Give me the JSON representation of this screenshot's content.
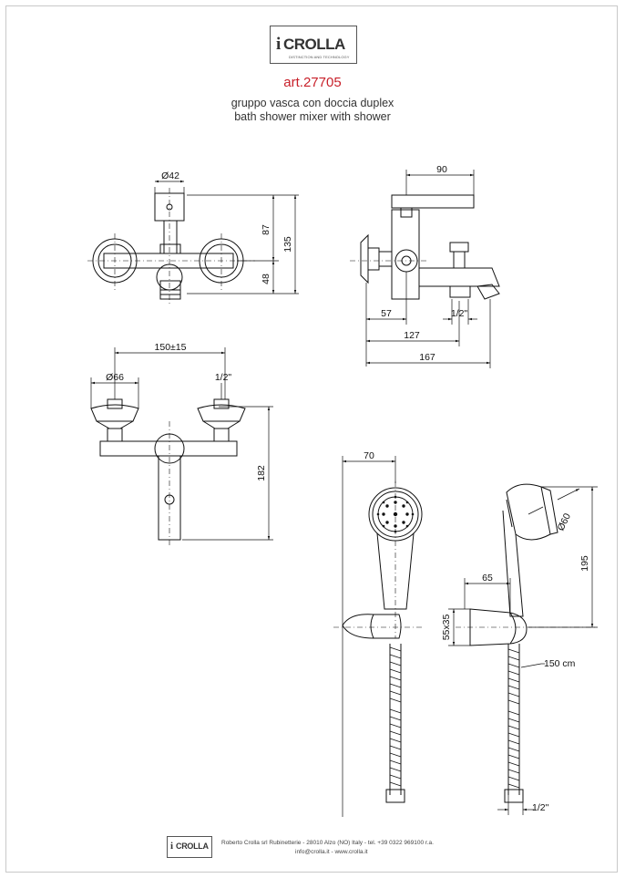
{
  "brand": {
    "logo_word": "CROLLA",
    "logo_tagline": "DISTINCTION AND TECHNOLOGY"
  },
  "header": {
    "article": "art.27705",
    "description_it": "gruppo vasca con doccia duplex",
    "description_en": "bath shower mixer with shower"
  },
  "dimensions": {
    "front_diameter": "Ø42",
    "front_upper": "87",
    "front_lower": "48",
    "front_total": "135",
    "side_lever": "90",
    "side_57": "57",
    "side_thread": "1/2\"",
    "side_127": "127",
    "side_167": "167",
    "top_spacing": "150±15",
    "top_rosette": "Ø66",
    "top_thread": "1/2\"",
    "top_height": "182",
    "shower_width": "70",
    "shower_holder": "65",
    "shower_bracket": "55x35",
    "shower_head": "Ø60",
    "shower_height": "195",
    "hose_length": "150 cm",
    "hose_thread": "1/2\""
  },
  "footer": {
    "company": "Roberto Crolla srl Rubinetterie",
    "address": "28010 Alzo (NO) Italy",
    "phone": "tel. +39 0322 969100 r.a.",
    "email": "info@crolla.it",
    "website": "www.crolla.it"
  }
}
